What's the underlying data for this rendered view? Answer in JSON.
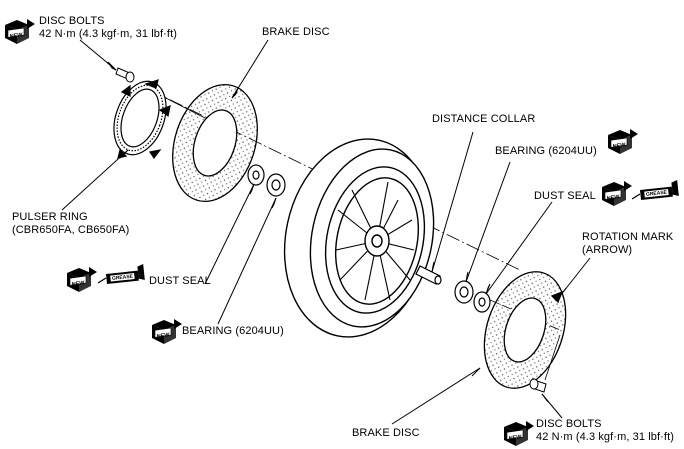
{
  "labels": {
    "disc_bolts_top": {
      "title": "DISC BOLTS",
      "spec": "42 N·m (4.3 kgf·m, 31 lbf·ft)"
    },
    "brake_disc_top": "BRAKE DISC",
    "distance_collar": "DISTANCE COLLAR",
    "bearing_right": "BEARING (6204UU)",
    "dust_seal_right": "DUST SEAL",
    "rotation_mark": {
      "line1": "ROTATION MARK",
      "line2": "(ARROW)"
    },
    "pulser_ring": {
      "line1": "PULSER RING",
      "line2": "(CBR650FA, CB650FA)"
    },
    "dust_seal_left": "DUST SEAL",
    "bearing_left": "BEARING (6204UU)",
    "brake_disc_bottom": "BRAKE DISC",
    "disc_bolts_bottom": {
      "title": "DISC BOLTS",
      "spec": "42 N·m (4.3 kgf·m, 31 lbf·ft)"
    }
  },
  "icons": {
    "new_badge_text": "NEW",
    "grease_text": "GREASE",
    "new_icon": "new-part-box-icon",
    "grease_icon": "grease-tube-icon"
  },
  "colors": {
    "ink": "#000000",
    "paper": "#ffffff",
    "stipple": "#555555"
  }
}
